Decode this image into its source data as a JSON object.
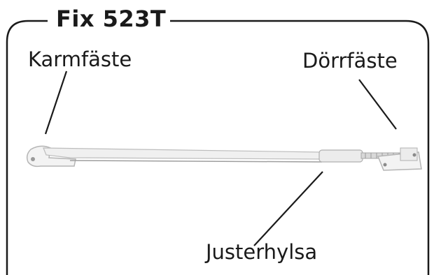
{
  "title": "Fix 523T",
  "labels": {
    "frame_mount": "Karmfäste",
    "door_mount": "Dörrfäste",
    "adjusting_sleeve": "Justerhylsa"
  },
  "colors": {
    "line": "#1a1a1a",
    "part_fill": "#f3f3f3",
    "part_stroke": "#b5b5b5"
  }
}
